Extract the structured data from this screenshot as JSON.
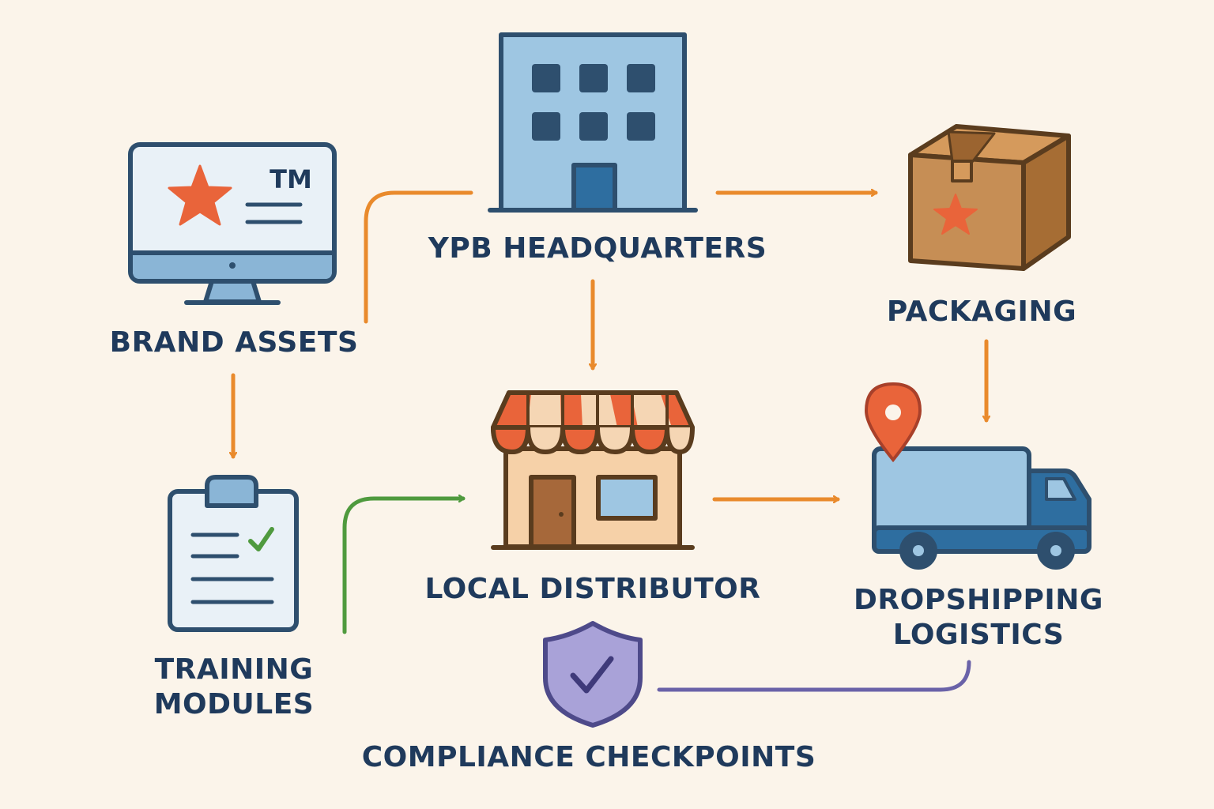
{
  "nodes": {
    "brand_assets": {
      "label": "BRAND ASSETS",
      "icon": "monitor-brand-icon",
      "tm_text": "TM"
    },
    "headquarters": {
      "label": "YPB HEADQUARTERS",
      "icon": "office-building-icon"
    },
    "packaging": {
      "label": "PACKAGING",
      "icon": "cardboard-box-icon"
    },
    "training_modules": {
      "label_line1": "TRAINING",
      "label_line2": "MODULES",
      "icon": "clipboard-checklist-icon"
    },
    "local_distributor": {
      "label": "LOCAL DISTRIBUTOR",
      "icon": "storefront-icon"
    },
    "dropshipping_logistics": {
      "label_line1": "DROPSHIPPING",
      "label_line2": "LOGISTICS",
      "icon": "delivery-truck-icon"
    },
    "compliance_checkpoints": {
      "label": "COMPLIANCE CHECKPOINTS",
      "icon": "shield-check-icon"
    }
  },
  "colors": {
    "background": "#fbf4ea",
    "text": "#1f3a5c",
    "arrow_orange": "#e98a2c",
    "arrow_green": "#4f9a3e",
    "line_purple": "#6a62a8",
    "accent_red": "#e9643a",
    "outline": "#2e4f6e"
  }
}
